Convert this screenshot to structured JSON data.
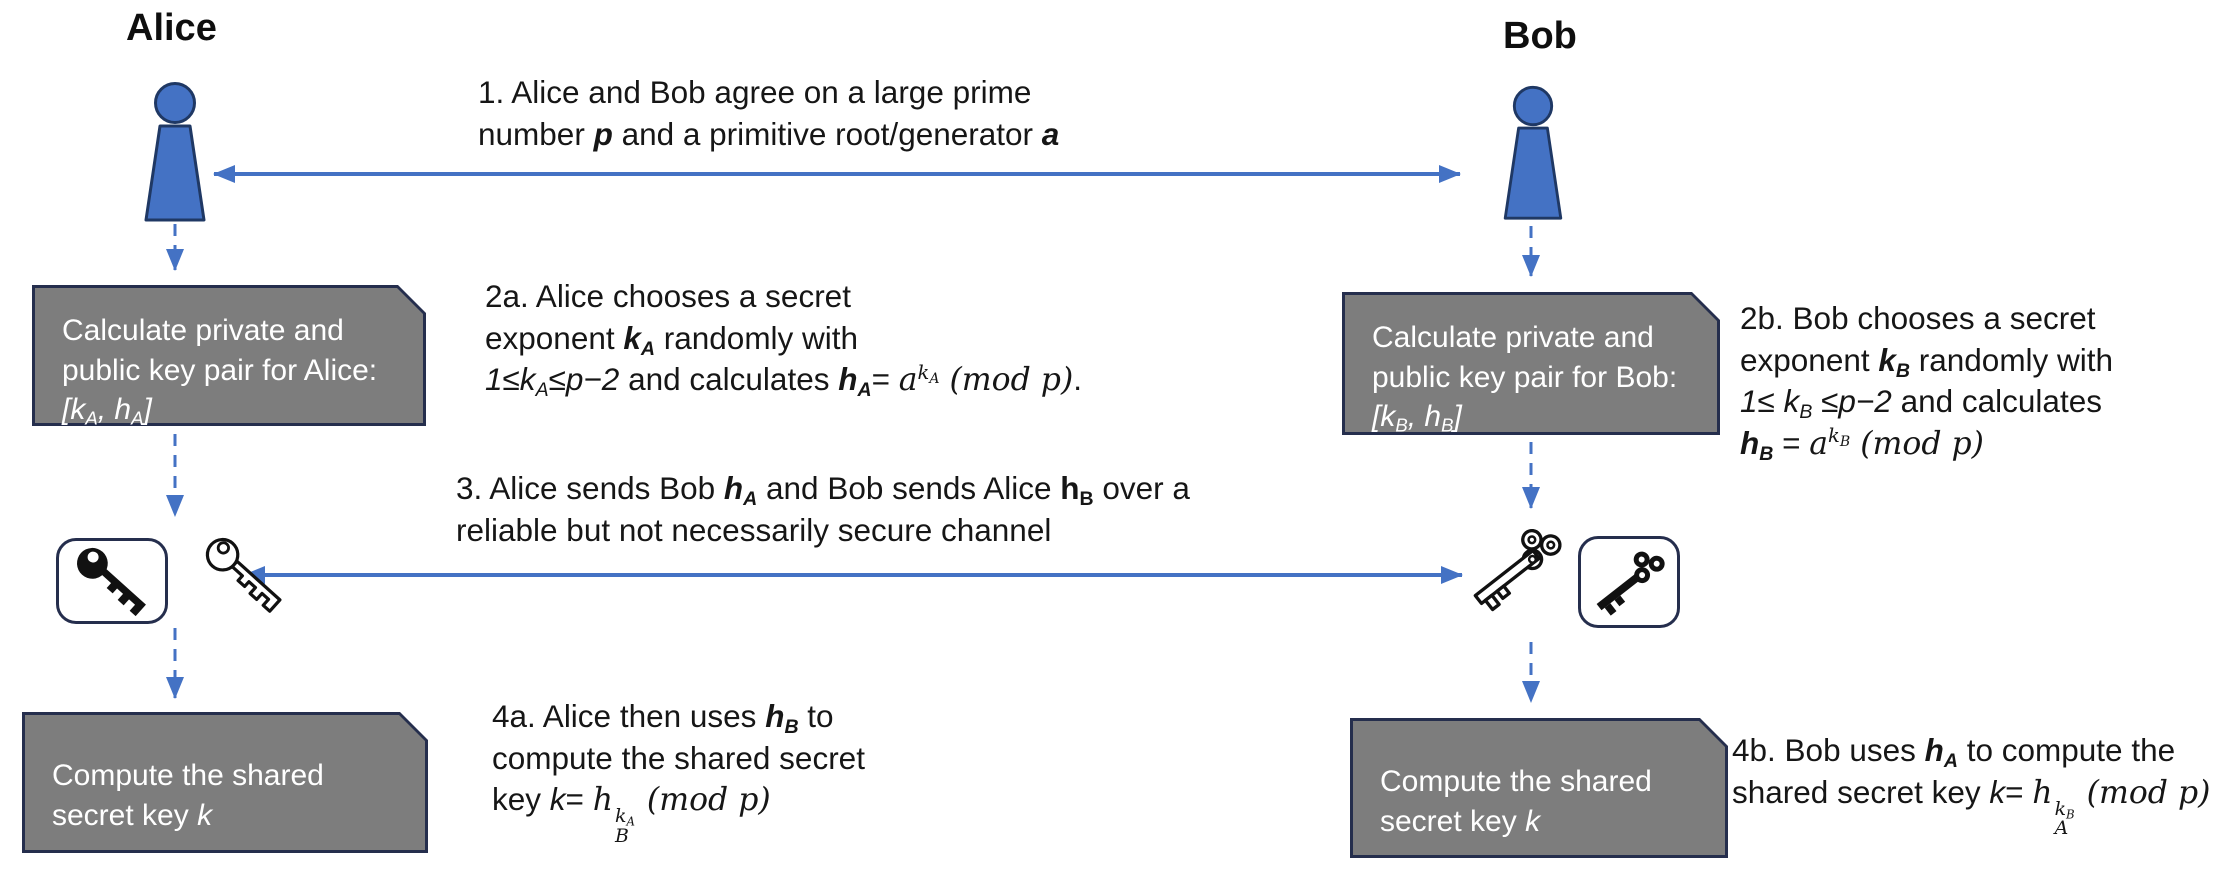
{
  "colors": {
    "accent_blue": "#4472C4",
    "person_border": "#1F3864",
    "box_fill": "#7D7D7D",
    "box_border": "#252E4D",
    "box_text": "#FFFFFF",
    "body_text": "#161616",
    "key_icon_color": "#111111"
  },
  "actors": {
    "alice": {
      "label": "Alice"
    },
    "bob": {
      "label": "Bob"
    }
  },
  "icons": {
    "alice_person": "person-icon",
    "bob_person": "person-icon",
    "alice_private_key": "solid-key-icon",
    "alice_public_key": "outline-key-icon",
    "bob_public_key": "outline-ornate-key-icon",
    "bob_private_key": "solid-ornate-key-icon"
  },
  "steps": {
    "step1": {
      "runs": [
        {
          "t": "1. Alice and Bob agree on a large prime"
        },
        {
          "br": 1
        },
        {
          "t": "number "
        },
        {
          "t": "p",
          "b": 1,
          "i": 1
        },
        {
          "t": " and a primitive root/generator "
        },
        {
          "t": "a",
          "b": 1,
          "i": 1
        }
      ]
    },
    "step2a": {
      "runs": [
        {
          "t": "2a. Alice chooses a secret"
        },
        {
          "br": 1
        },
        {
          "t": "exponent "
        },
        {
          "t": "k",
          "b": 1,
          "i": 1
        },
        {
          "t": "A",
          "b": 1,
          "i": 1,
          "sub": 1
        },
        {
          "t": " randomly with"
        },
        {
          "br": 1
        },
        {
          "t": "1≤k",
          "i": 1
        },
        {
          "t": "A",
          "i": 1,
          "sub": 1
        },
        {
          "t": "≤p−2",
          "i": 1
        },
        {
          "t": " and calculates "
        },
        {
          "t": "h",
          "b": 1,
          "i": 1
        },
        {
          "t": "A",
          "b": 1,
          "i": 1,
          "sub": 1
        },
        {
          "t": "= "
        },
        {
          "t": "a",
          "m": 1
        },
        {
          "sup": 1,
          "kids": [
            {
              "t": "k",
              "m": 1
            },
            {
              "t": "A",
              "m": 1,
              "sub": 1
            }
          ]
        },
        {
          "t": " (mod p)",
          "m": 1
        },
        {
          "t": "."
        }
      ]
    },
    "step2b": {
      "runs": [
        {
          "t": "2b. Bob chooses a secret"
        },
        {
          "br": 1
        },
        {
          "t": "exponent "
        },
        {
          "t": "k",
          "b": 1,
          "i": 1
        },
        {
          "t": "B",
          "b": 1,
          "i": 1,
          "sub": 1
        },
        {
          "t": " randomly with"
        },
        {
          "br": 1
        },
        {
          "t": "1≤ k",
          "i": 1
        },
        {
          "t": "B",
          "i": 1,
          "sub": 1
        },
        {
          "t": " ≤p−2",
          "i": 1
        },
        {
          "t": " and calculates"
        },
        {
          "br": 1
        },
        {
          "t": "h",
          "b": 1,
          "i": 1
        },
        {
          "t": "B",
          "b": 1,
          "i": 1,
          "sub": 1
        },
        {
          "t": " = "
        },
        {
          "t": "a",
          "m": 1
        },
        {
          "sup": 1,
          "kids": [
            {
              "t": "k",
              "m": 1
            },
            {
              "t": "B",
              "m": 1,
              "sub": 1
            }
          ]
        },
        {
          "t": " (mod p)",
          "m": 1
        }
      ]
    },
    "step3": {
      "runs": [
        {
          "t": "3. Alice sends Bob "
        },
        {
          "t": "h",
          "b": 1,
          "i": 1
        },
        {
          "t": "A",
          "b": 1,
          "i": 1,
          "sub": 1
        },
        {
          "t": " and Bob sends Alice "
        },
        {
          "t": "h",
          "b": 1
        },
        {
          "t": "B",
          "b": 1,
          "sub": 1
        },
        {
          "t": " over a"
        },
        {
          "br": 1
        },
        {
          "t": "reliable but not necessarily secure channel"
        }
      ]
    },
    "step4a": {
      "runs": [
        {
          "t": "4a. Alice then uses "
        },
        {
          "t": "h",
          "b": 1,
          "i": 1
        },
        {
          "t": "B",
          "b": 1,
          "i": 1,
          "sub": 1
        },
        {
          "t": " to"
        },
        {
          "br": 1
        },
        {
          "t": "compute the shared secret"
        },
        {
          "br": 1
        },
        {
          "t": "key "
        },
        {
          "t": "k",
          "i": 1
        },
        {
          "t": "= "
        },
        {
          "t": "h",
          "m": 1
        },
        {
          "stack": 1,
          "top": [
            {
              "t": "k",
              "m": 1
            },
            {
              "t": "A",
              "m": 1,
              "sub": 1
            }
          ],
          "bot": [
            {
              "t": "B",
              "m": 1
            }
          ]
        },
        {
          "t": " (mod p)",
          "m": 1
        }
      ]
    },
    "step4b": {
      "runs": [
        {
          "t": "4b. Bob uses "
        },
        {
          "t": "h",
          "b": 1,
          "i": 1
        },
        {
          "t": "A",
          "b": 1,
          "i": 1,
          "sub": 1
        },
        {
          "t": " to compute the"
        },
        {
          "br": 1
        },
        {
          "t": "shared secret key "
        },
        {
          "t": "k",
          "i": 1
        },
        {
          "t": "= "
        },
        {
          "t": "h",
          "m": 1
        },
        {
          "stack": 1,
          "top": [
            {
              "t": "k",
              "m": 1
            },
            {
              "t": "B",
              "m": 1,
              "sub": 1
            }
          ],
          "bot": [
            {
              "t": "A",
              "m": 1
            }
          ]
        },
        {
          "t": " (mod p)",
          "m": 1
        }
      ]
    }
  },
  "boxes": {
    "alice_calc": {
      "runs": [
        {
          "t": "Calculate private and"
        },
        {
          "br": 1
        },
        {
          "t": "public key pair for Alice:"
        },
        {
          "br": 1
        },
        {
          "t": "[k",
          "i": 1
        },
        {
          "t": "A",
          "i": 1,
          "sub": 1
        },
        {
          "t": ", h",
          "i": 1
        },
        {
          "t": "A",
          "i": 1,
          "sub": 1
        },
        {
          "t": "]",
          "i": 1
        }
      ]
    },
    "bob_calc": {
      "runs": [
        {
          "t": "Calculate private and"
        },
        {
          "br": 1
        },
        {
          "t": "public key pair for Bob:"
        },
        {
          "br": 1
        },
        {
          "t": "[k",
          "i": 1
        },
        {
          "t": "B",
          "i": 1,
          "sub": 1
        },
        {
          "t": ", h",
          "i": 1
        },
        {
          "t": "B",
          "i": 1,
          "sub": 1
        },
        {
          "t": "]",
          "i": 1
        }
      ]
    },
    "alice_secret": {
      "runs": [
        {
          "t": "Compute the shared"
        },
        {
          "br": 1
        },
        {
          "t": "secret key "
        },
        {
          "t": "k",
          "i": 1
        }
      ]
    },
    "bob_secret": {
      "runs": [
        {
          "t": "Compute the shared"
        },
        {
          "br": 1
        },
        {
          "t": "secret key "
        },
        {
          "t": "k",
          "i": 1
        }
      ]
    }
  }
}
